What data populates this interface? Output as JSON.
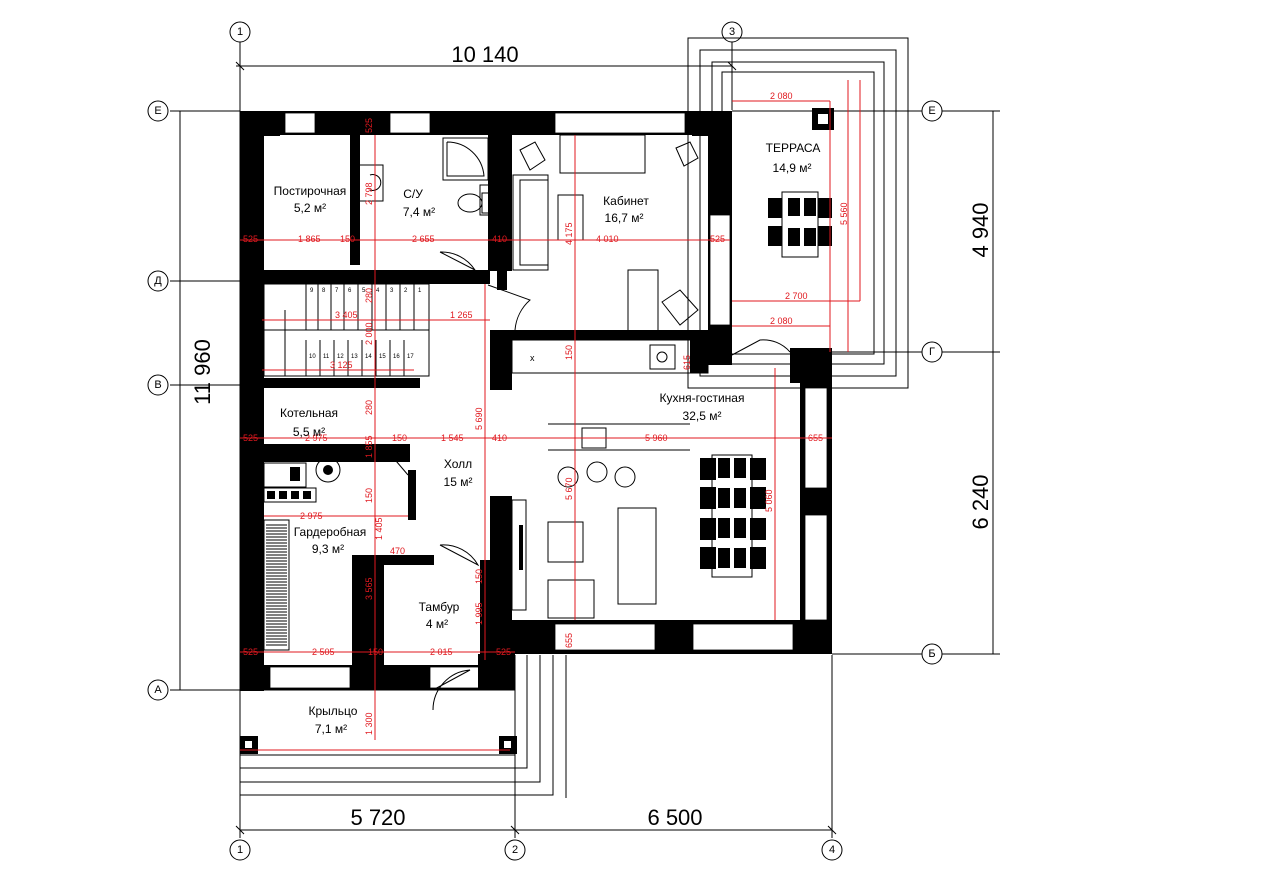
{
  "axes": {
    "top": [
      "1",
      "3"
    ],
    "bottom": [
      "1",
      "2",
      "4"
    ],
    "left": [
      "Е",
      "Д",
      "В",
      "А"
    ],
    "right": [
      "Е",
      "Г",
      "Б"
    ]
  },
  "overall_dims": {
    "top": "10 140",
    "bottom_left": "5 720",
    "bottom_right": "6 500",
    "left": "11 960",
    "right_top": "4 940",
    "right_bottom": "6 240"
  },
  "rooms": [
    {
      "name": "Постирочная",
      "area": "5,2 м²"
    },
    {
      "name": "С/У",
      "area": "7,4 м²"
    },
    {
      "name": "Кабинет",
      "area": "16,7 м²"
    },
    {
      "name": "ТЕРРАСА",
      "area": "14,9 м²"
    },
    {
      "name": "Котельная",
      "area": "5,5 м²"
    },
    {
      "name": "Холл",
      "area": "15 м²"
    },
    {
      "name": "Кухня-гостиная",
      "area": "32,5 м²"
    },
    {
      "name": "Гардеробная",
      "area": "9,3 м²"
    },
    {
      "name": "Тамбур",
      "area": "4 м²"
    },
    {
      "name": "Крыльцо",
      "area": "7,1 м²"
    }
  ],
  "dims": {
    "r1": [
      "525",
      "1 865",
      "150",
      "2 655",
      "410",
      "4 010",
      "525"
    ],
    "r2": [
      "525",
      "2 975",
      "150",
      "1 545",
      "410",
      "5 960",
      "655"
    ],
    "r3": [
      "525",
      "2 505",
      "150",
      "2 015",
      "525"
    ],
    "terrace": [
      "2 080",
      "2 700",
      "2 080",
      "5 560"
    ],
    "stairs": [
      "3 405",
      "1 265",
      "3 125",
      "280",
      "2 000",
      "280"
    ],
    "misc": [
      "2 798",
      "525",
      "4 175",
      "150",
      "615",
      "5 690",
      "1 855",
      "150",
      "1 405",
      "2 975",
      "470",
      "3 565",
      "150",
      "1 995",
      "5 670",
      "5 060",
      "1 300",
      "655"
    ]
  },
  "stair_steps_top": [
    "9",
    "8",
    "7",
    "6",
    "5",
    "4",
    "3",
    "2",
    "1"
  ],
  "stair_steps_bottom": [
    "10",
    "11",
    "12",
    "13",
    "14",
    "15",
    "16",
    "17"
  ],
  "marks": {
    "sink_x": "x"
  }
}
